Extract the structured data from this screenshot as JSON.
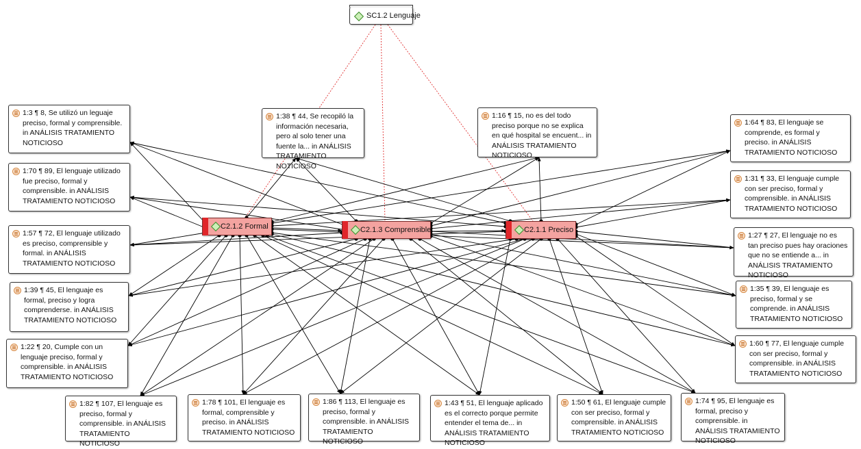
{
  "group": {
    "label": "SC1.2 Lenguaje"
  },
  "codes": {
    "formal": "C2.1.2 Formal",
    "comprensible": "C2.1.3 Comprensible",
    "preciso": "C2.1.1 Preciso"
  },
  "quotes": [
    {
      "id": "q1",
      "text": "1:3 ¶ 8, Se utilizó un leguaje preciso, formal y comprensible. in ANÁLISIS TRATAMIENTO NOTICIOSO"
    },
    {
      "id": "q2",
      "text": "1:70 ¶ 89, El lenguaje utilizado fue preciso, formal y comprensible. in ANÁLISIS TRATAMIENTO NOTICIOSO"
    },
    {
      "id": "q3",
      "text": "1:57 ¶ 72, El lenguaje utilizado es preciso, comprensible y formal. in ANÁLISIS TRATAMIENTO NOTICIOSO"
    },
    {
      "id": "q4",
      "text": "1:39 ¶ 45, El lenguaje es formal, preciso y logra comprenderse. in ANÁLISIS TRATAMIENTO NOTICIOSO"
    },
    {
      "id": "q5",
      "text": "1:22 ¶ 20, Cumple con un lenguaje preciso, formal y comprensible. in ANÁLISIS TRATAMIENTO NOTICIOSO"
    },
    {
      "id": "q6",
      "text": "1:38 ¶ 44, Se recopiló la información necesaria, pero al solo tener una fuente la... in ANÁLISIS TRATAMIENTO NOTICIOSO"
    },
    {
      "id": "q7",
      "text": "1:16 ¶ 15, no es del todo preciso porque no se explica en qué hospital se encuent... in ANÁLISIS TRATAMIENTO NOTICIOSO"
    },
    {
      "id": "q8",
      "text": "1:64 ¶ 83, El lenguaje se comprende, es formal y preciso. in ANÁLISIS TRATAMIENTO NOTICIOSO"
    },
    {
      "id": "q9",
      "text": "1:31 ¶ 33, El lenguaje cumple con ser preciso, formal y comprensible. in ANÁLISIS TRATAMIENTO NOTICIOSO"
    },
    {
      "id": "q10",
      "text": "1:27 ¶ 27, El lenguaje no es tan preciso pues hay oraciones que no se entiende a... in ANÁLISIS TRATAMIENTO NOTICIOSO"
    },
    {
      "id": "q11",
      "text": "1:35 ¶ 39, El lenguaje es preciso, formal y se comprende. in ANÁLISIS TRATAMIENTO NOTICIOSO"
    },
    {
      "id": "q12",
      "text": "1:60 ¶ 77, El lenguaje cumple con ser preciso, formal y comprensible. in ANÁLISIS TRATAMIENTO NOTICIOSO"
    },
    {
      "id": "q13",
      "text": "1:82 ¶ 107, El lenguaje es preciso, formal y comprensible. in ANÁLISIS TRATAMIENTO NOTICIOSO"
    },
    {
      "id": "q14",
      "text": "1:78 ¶ 101, El lenguaje es formal, comprensible y preciso. in ANÁLISIS TRATAMIENTO NOTICIOSO"
    },
    {
      "id": "q15",
      "text": "1:86 ¶ 113, El lenguaje es preciso, formal y comprensible. in ANÁLISIS TRATAMIENTO NOTICIOSO"
    },
    {
      "id": "q16",
      "text": "1:43 ¶ 51, El lenguaje aplicado es el correcto porque permite entender el tema de... in ANÁLISIS TRATAMIENTO NOTICIOSO"
    },
    {
      "id": "q17",
      "text": "1:50 ¶ 61, El lenguaje cumple con ser preciso, formal y comprensible. in ANÁLISIS TRATAMIENTO NOTICIOSO"
    },
    {
      "id": "q18",
      "text": "1:74 ¶ 95, El lenguaje es formal, preciso y comprensible. in ANÁLISIS TRATAMIENTO NOTICIOSO"
    }
  ],
  "colors": {
    "code_fill": "#f4a3a0",
    "code_bar": "#e0262a",
    "dashed_link": "#e03030",
    "arrow": "#000000"
  }
}
